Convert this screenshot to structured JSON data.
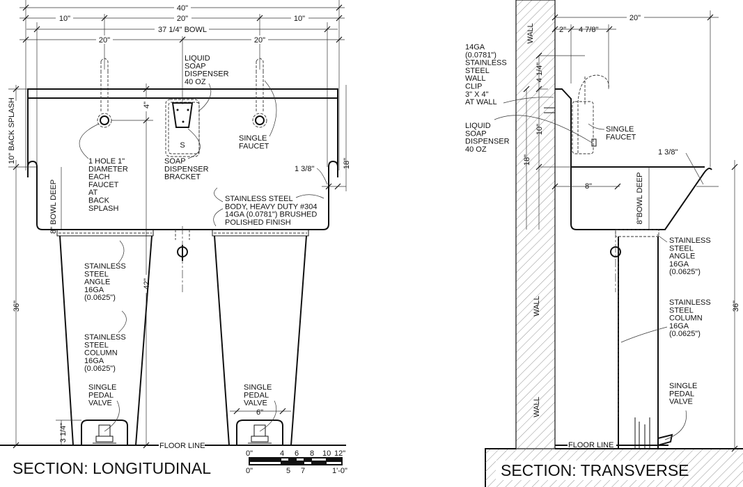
{
  "longitudinal": {
    "title": "SECTION: LONGITUDINAL",
    "dims": {
      "overall": "40\"",
      "left_offset": "10\"",
      "center": "20\"",
      "right_offset": "10\"",
      "bowl": "37 1/4\" BOWL",
      "left_half": "20\"",
      "right_half": "20\"",
      "back_splash": "10\" BACK SPLASH",
      "splash_4": "4\"",
      "height_18": "18\"",
      "height_42": "42\"",
      "height_36": "36\"",
      "rim": "1 3/8\"",
      "bowl_deep": "8\" BOWL DEEP",
      "valve_height": "3 1/4\"",
      "valve_width": "6\""
    },
    "labels": {
      "liquid_soap": [
        "LIQUID",
        "SOAP",
        "DISPENSER",
        "40 OZ"
      ],
      "hole": [
        "1 HOLE 1\"",
        "DIAMETER",
        "EACH",
        "FAUCET",
        "AT",
        "BACK",
        "SPLASH"
      ],
      "bracket": [
        "SOAP",
        "DISPENSER",
        "BRACKET"
      ],
      "faucet": [
        "SINGLE",
        "FAUCET"
      ],
      "body": [
        "STAINLESS STEEL",
        "BODY, HEAVY DUTY #304",
        "14GA (0.0781\") BRUSHED",
        "POLISHED FINISH"
      ],
      "angle": [
        "STAINLESS",
        "STEEL",
        "ANGLE",
        "16GA",
        "(0.0625\")"
      ],
      "column": [
        "STAINLESS",
        "STEEL",
        "COLUMN",
        "16GA",
        "(0.0625\")"
      ],
      "pedal_left": [
        "SINGLE",
        "PEDAL",
        "VALVE"
      ],
      "pedal_right": [
        "SINGLE",
        "PEDAL",
        "VALVE"
      ],
      "floor": "FLOOR LINE"
    },
    "scale": {
      "top": [
        "0\"",
        "4",
        "6",
        "8",
        "10",
        "12\""
      ],
      "bottom": [
        "0\"",
        "5",
        "7",
        "1'-0\""
      ]
    }
  },
  "transverse": {
    "title": "SECTION: TRANSVERSE",
    "dims": {
      "depth": "20\"",
      "clip": "2\"",
      "faucet_offset": "4 7/8\"",
      "faucet_h": "4 1/4\"",
      "splash_10": "10\"",
      "height_18": "18\"",
      "rim": "1 3/8\"",
      "bowl_8": "8\"",
      "bowl_deep": "8\"BOWL DEEP",
      "height_36": "36\""
    },
    "labels": {
      "wall_top": "WALL",
      "wall_mid": "WALL",
      "wall_low": "WALL",
      "clip": [
        "14GA",
        "(0.0781\")",
        "STAINLESS",
        "STEEL",
        "WALL",
        "CLIP",
        "3\" X 4\"",
        "AT WALL"
      ],
      "soap": [
        "LIQUID",
        "SOAP",
        "DISPENSER",
        "40 OZ"
      ],
      "faucet": [
        "SINGLE",
        "FAUCET"
      ],
      "angle": [
        "STAINLESS",
        "STEEL",
        "ANGLE",
        "16GA",
        "(0.0625\")"
      ],
      "column": [
        "STAINLESS",
        "STEEL",
        "COLUMN",
        "16GA",
        "(0.0625\")"
      ],
      "pedal": [
        "SINGLE",
        "PEDAL",
        "VALVE"
      ],
      "floor": "FLOOR LINE"
    }
  }
}
